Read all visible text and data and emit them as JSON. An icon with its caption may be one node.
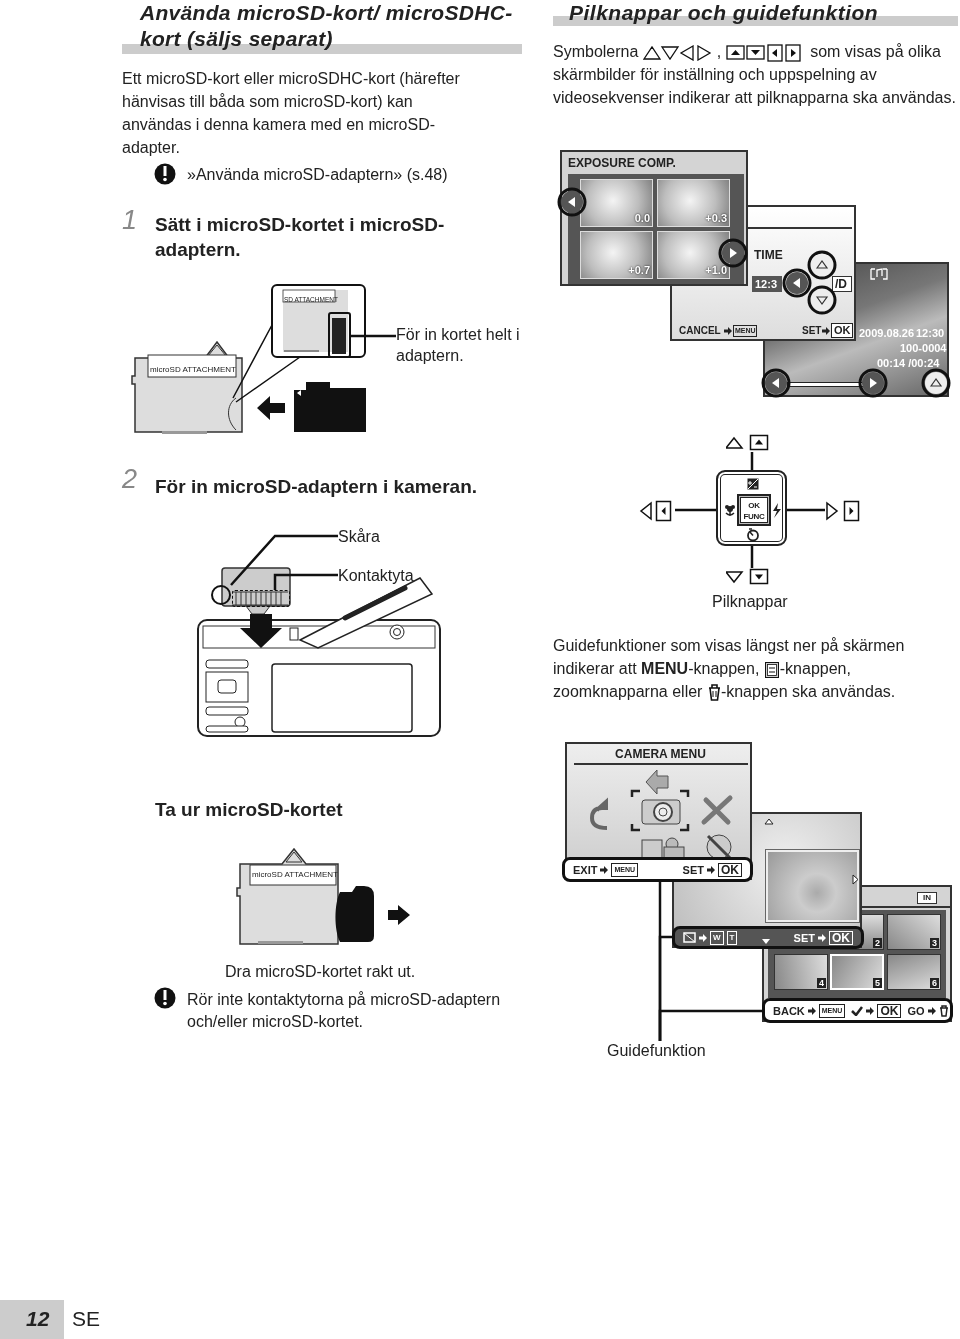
{
  "diagram": {
    "nodes": [
      {
        "text": [
          "För in kortet helt i adaptern."
        ]
      },
      {
        "text": [],
        "shape": "box"
      },
      {
        "text": [
          "Skåra"
        ]
      },
      {
        "text": [],
        "shape": "circle"
      },
      {
        "text": [
          "Kontaktyta"
        ]
      },
      {
        "text": [],
        "shape": "box"
      },
      {
        "text": [
          "OK FUNC"
        ]
      },
      {
        "text": [],
        "shape": "picture"
      },
      {
        "text": [],
        "shape": "picture"
      },
      {
        "text": [],
        "shape": "picture"
      },
      {
        "text": [],
        "shape": "picture"
      },
      {
        "text": [
          "Guidefunktion"
        ]
      },
      {
        "text": [
          "EXIT",
          "MENU",
          "SET",
          "OK"
        ]
      },
      {
        "text": [
          "W",
          "T",
          "SET",
          "OK"
        ]
      },
      {
        "text": [
          "BACK",
          "MENU",
          "OK",
          "GO"
        ]
      }
    ],
    "edges": [
      {
        "from": 0,
        "to": 1,
        "arrow": "none"
      },
      {
        "from": 2,
        "to": 3,
        "arrow": "none"
      },
      {
        "from": 4,
        "to": 5,
        "arrow": "none"
      },
      {
        "from": 7,
        "to": 6,
        "arrow": "none"
      },
      {
        "from": 8,
        "to": 6,
        "arrow": "none"
      },
      {
        "from": 9,
        "to": 6,
        "arrow": "none"
      },
      {
        "from": 10,
        "to": 6,
        "arrow": "none"
      },
      {
        "from": 11,
        "to": 12,
        "arrow": "none"
      },
      {
        "from": 11,
        "to": 13,
        "arrow": "none"
      },
      {
        "from": 11,
        "to": 14,
        "arrow": "none"
      }
    ],
    "labels": [
      "Använda microSD-kort/ microSDHC-kort (säljs separat)",
      "Ett microSD-kort eller microSDHC-kort (härefter hänvisas till båda som microSD-kort) kan användas i denna kamera med en microSD-adapter.",
      "»Använda microSD-adaptern» (s.48)",
      "1",
      "Sätt i microSD-kortet i microSD-adaptern.",
      "microSD ATTACHMENT",
      "SD ATTACHMENT",
      "2",
      "För in microSD-adaptern i kameran.",
      "Ta ur microSD-kortet",
      "microSD ATTACHMENT",
      "Dra microSD-kortet rakt ut.",
      "Rör inte kontaktytorna på microSD-adaptern och/eller microSD-kortet.",
      "Pilknappar och guidefunktion",
      "Symbolerna",
      ",",
      "som visas på olika skärmbilder för inställning och uppspelning av videosekvenser indikerar att pilknapparna ska användas.",
      "EXPOSURE COMP.",
      "0.0",
      "+0.3",
      "+0.7",
      "+1.0",
      "TIME",
      "12:3",
      "/D",
      "CANCEL",
      "MENU",
      "SET",
      "OK",
      "2009.08.26",
      "12:30",
      "100-0004",
      "00:14 /00:24",
      "Pilknappar",
      "Guidefunktioner som visas längst ner på skärmen indikerar att **MENU**-knappen,",
      "-knappen, zoomknapparna eller",
      "-knappen ska användas.",
      "CAMERA MENU",
      "IN",
      "2",
      "3",
      "4",
      "5",
      "6",
      "12",
      "SE"
    ]
  }
}
